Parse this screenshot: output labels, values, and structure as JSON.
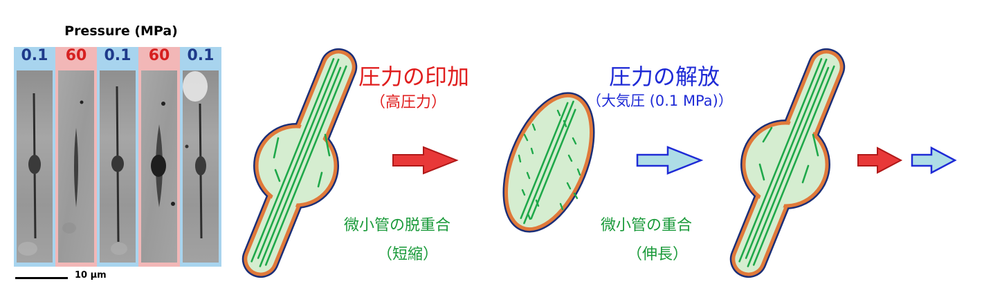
{
  "photo_panel": {
    "title": "Pressure (MPa)",
    "columns": [
      {
        "label": "0.1",
        "type": "low"
      },
      {
        "label": "60",
        "type": "high"
      },
      {
        "label": "0.1",
        "type": "low"
      },
      {
        "label": "60",
        "type": "high"
      },
      {
        "label": "0.1",
        "type": "low"
      }
    ],
    "scale_bar_label": "10 µm"
  },
  "steps": {
    "pressure_apply": {
      "title": "圧力の印加",
      "subtitle": "（高圧力）"
    },
    "depolymerization": {
      "line1": "微小管の脱重合",
      "line2": "（短縮）"
    },
    "pressure_release": {
      "title": "圧力の解放",
      "subtitle": "（大気圧 (0.1 MPa)）"
    },
    "polymerization": {
      "line1": "微小管の重合",
      "line2": "（伸長）"
    }
  },
  "colors": {
    "low_label": "#1e3a8a",
    "high_label": "#d62020",
    "low_bg": "#a8d4ee",
    "high_bg": "#f2b7b7",
    "microtubule": "#1fa84a",
    "cell_fill": "#d5edd0",
    "outline_orange": "#e0793a",
    "outline_navy": "#1b2f78",
    "arrow_red": "#e83838",
    "arrow_blue_fill": "#aedde6",
    "arrow_blue_outline": "#1f2bd6"
  }
}
